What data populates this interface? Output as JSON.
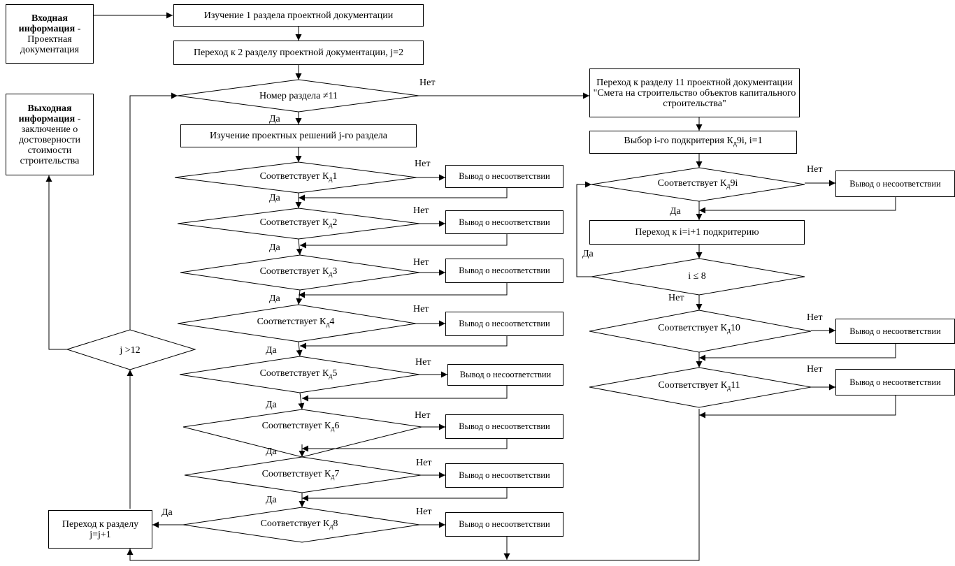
{
  "input_box": {
    "bold": "Входная информация",
    "rest": " - Проектная документация"
  },
  "output_box": {
    "bold": "Выходная информация",
    "rest": " - заключение о достоверности стоимости строительства"
  },
  "study_section1": "Изучение 1 раздела проектной документации",
  "goto_section2": "Переход к 2 разделу проектной документации, j=2",
  "section_check": "Номер раздела ≠11",
  "study_section_j": "Изучение проектных решений j-го раздела",
  "match_prefix": "Соответствует К",
  "sub_d": "д",
  "criteria_left": [
    "1",
    "2",
    "3",
    "4",
    "5",
    "6",
    "7",
    "8"
  ],
  "criteria_right_9": "9i",
  "criteria_right": [
    "10",
    "11"
  ],
  "mismatch": "Вывод о несоответствии",
  "goto_next_section": "Переход к разделу j=j+1",
  "j_check": "j >12",
  "goto_section11": "Переход к разделу 11 проектной документации \"Смета на строительство объектов капитального строительства\"",
  "select_subcriterion": {
    "prefix": "Выбор i-го подкритерия К",
    "suffix": "9i, i=1"
  },
  "next_subcriterion": "Переход к i=i+1 подкритерию",
  "i_check": "i ≤ 8",
  "yes": "Да",
  "no": "Нет"
}
